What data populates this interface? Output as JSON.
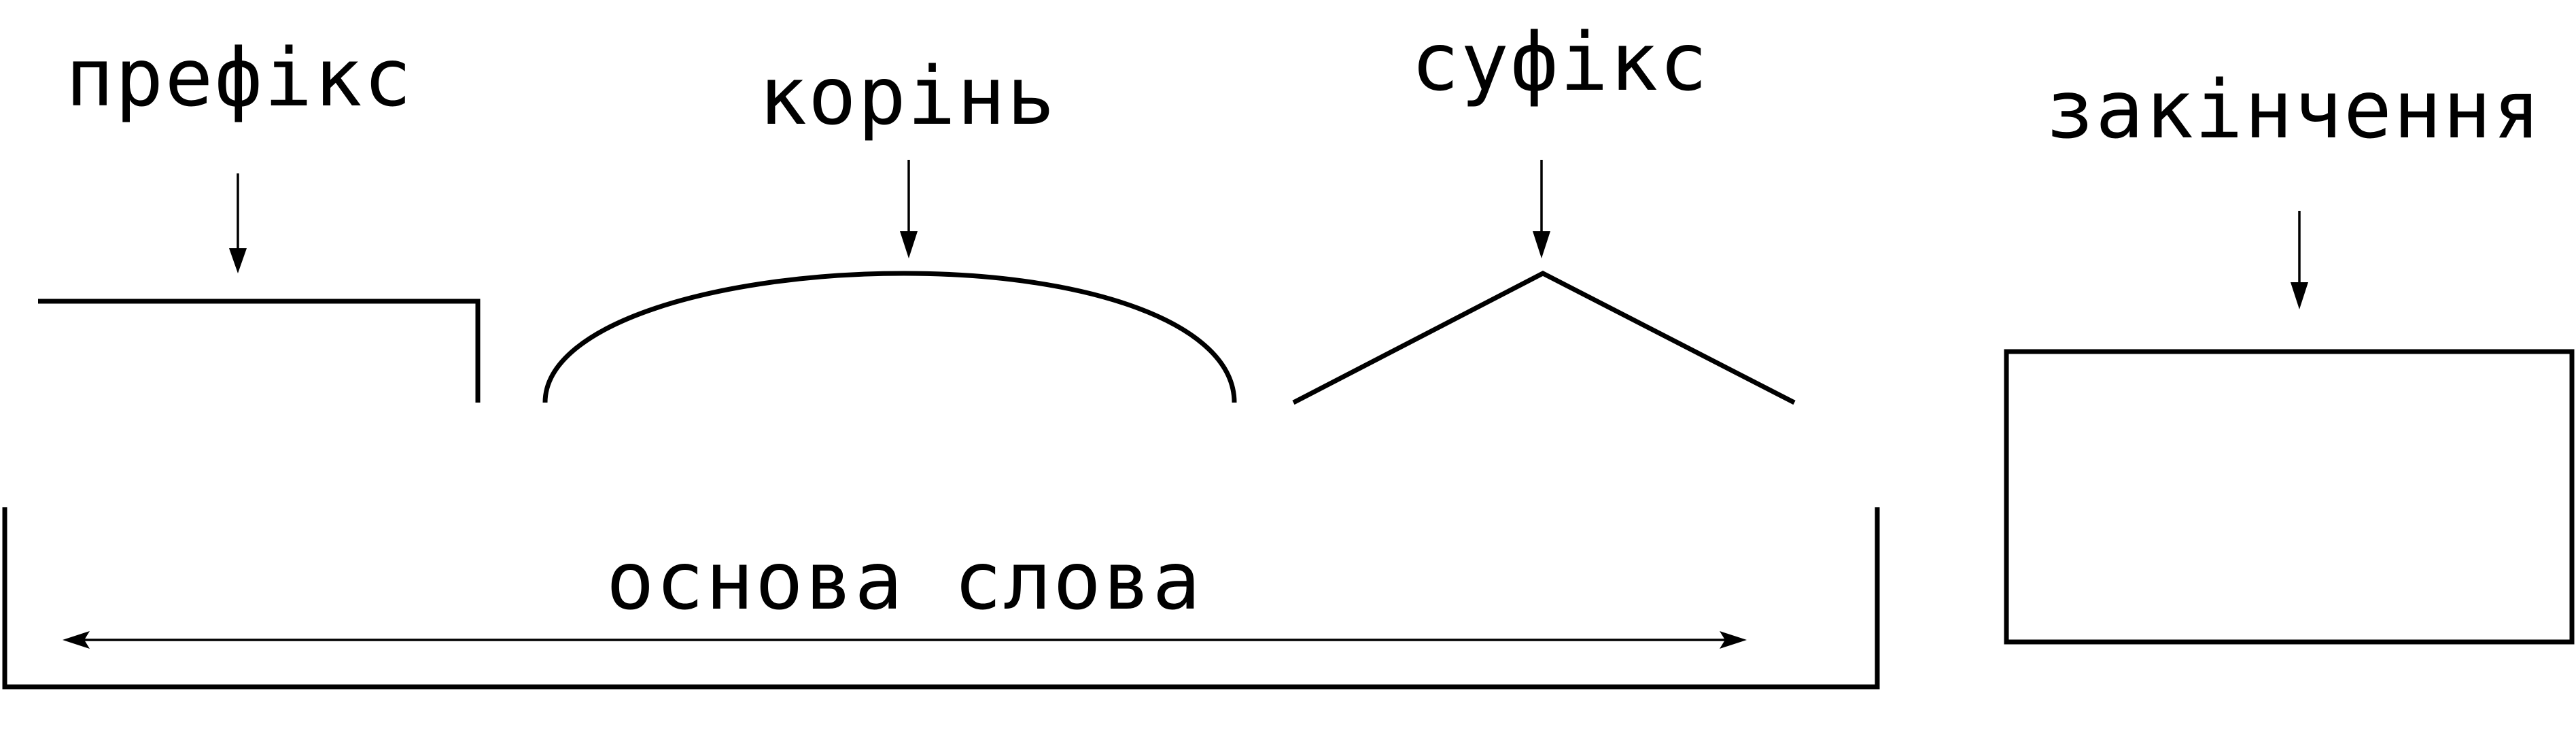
{
  "labels": {
    "prefix": "префікс",
    "root": "корінь",
    "suffix": "суфікс",
    "ending": "закінчення",
    "stem": "основа слова"
  },
  "colors": {
    "stroke": "#000000",
    "background": "#ffffff"
  }
}
